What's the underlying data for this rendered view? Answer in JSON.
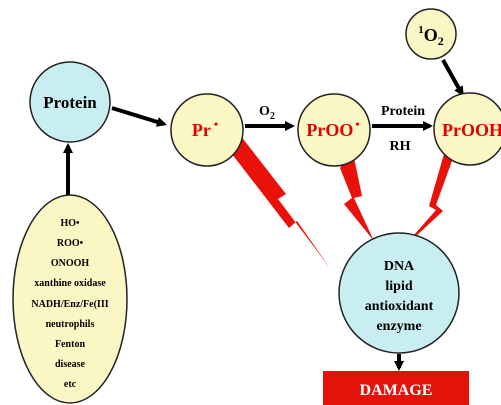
{
  "colors": {
    "cyan_node": "#c9eef2",
    "yellow_node": "#fbf7c4",
    "damage_box": "#e3120b",
    "bolt": "#e8120a",
    "label_red": "#e00000"
  },
  "nodes": {
    "protein": "Protein",
    "singlet_oxygen": {
      "sup": "1",
      "main": "O",
      "sub": "2"
    },
    "pr_radical": {
      "main": "Pr",
      "dot": "•"
    },
    "proo_radical": {
      "main": "PrOO",
      "dot": "•"
    },
    "proo_h": "PrOOH"
  },
  "sources": [
    "HO•",
    "ROO•",
    "ONOOH",
    "xanthine oxidase",
    "NADH/Enz/Fe(III",
    "neutrophils",
    "Fenton",
    "disease",
    "etc"
  ],
  "arrow_labels": {
    "o2": {
      "main": "O",
      "sub": "2"
    },
    "protein_above": "Protein",
    "rh_below": "RH"
  },
  "targets": [
    "DNA",
    "lipid",
    "antioxidant",
    "enzyme"
  ],
  "damage": "DAMAGE"
}
